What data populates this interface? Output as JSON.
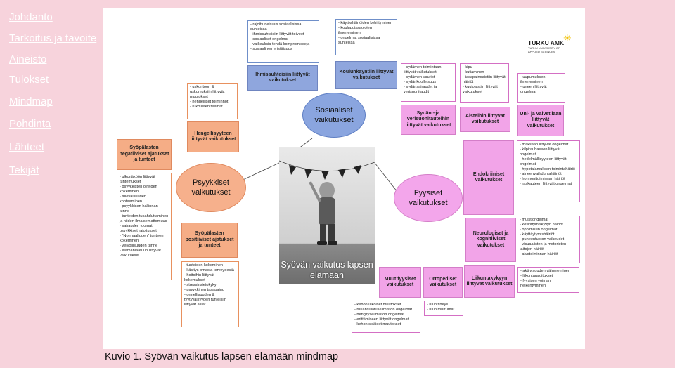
{
  "nav": {
    "items": [
      {
        "label": "Johdanto"
      },
      {
        "label": "Tarkoitus ja tavoite"
      },
      {
        "label": "Aineisto"
      },
      {
        "label": "Tulokset"
      },
      {
        "label": "Mindmap"
      },
      {
        "label": "Pohdinta"
      },
      {
        "label": "Lähteet"
      },
      {
        "label": "Tekijät"
      }
    ]
  },
  "colors": {
    "page_bg": "#f7d3dc",
    "blue": "#8aa5df",
    "orange": "#f6b08c",
    "pink": "#f3a6eb"
  },
  "logo": {
    "title": "TURKU AMK",
    "subtitle": "TURKU UNIVERSITY OF APPLIED SCIENCES",
    "icon": "sun-star-icon"
  },
  "centers": {
    "social": "Sosiaaliset vaikutukset",
    "psych": "Psyykkiset vaikutukset",
    "physical": "Fyysiset vaikutukset"
  },
  "photo": {
    "caption": "Syövän vaikutus lapsen elämään"
  },
  "social": {
    "relations": {
      "title": "Ihmissuhteisiin liittyvät vaikutukset",
      "items": [
        "rajoittuneisuus sosiaalisissa suhteissa",
        "ihmissuhteisiin liittyvät toiveet",
        "sosiaaliset ongelmat",
        "vaikeuksia tehdä kompromisseja",
        "sosiaalinen eristäisuus"
      ]
    },
    "school": {
      "title": "Koulunkäyntiin liittyvät vaikutukset",
      "items": [
        "käytöshäiriöiden kehittyminen",
        "koulupoissaolojen ilmeneminen",
        "ongelmat sosiaalisissa suhteissa"
      ]
    }
  },
  "psych": {
    "spiritual": {
      "title": "Hengellisyyteen liittyvät vaikutukset",
      "items": [
        "uskontoon & uskomuksiin liittyvät muutokset",
        "hengelliset toiminnot",
        "rukousten teemat"
      ]
    },
    "negative": {
      "title": "Syöpälasten negatiiviset ajatukset ja tunteet",
      "items": [
        "ulkonäköön liittyvät tuntemukset",
        "psyykkisten oireiden kokeminen",
        "tulevaisuuden kohtaaminen",
        "psyykkisen hallinnan tunne",
        "tunteiden tukahduttaminen ja niiden ilmaisemattomuus",
        "sairauden tuomat psyykkiset rajoitukset",
        "\"Normaaliuden\" tunteen kokeminen",
        "velvollisuuden tunne",
        "elämänlaatuun liittyvät vaikutukset"
      ]
    },
    "positive": {
      "title": "Syöpälasten positiiviset ajatukset ja tunteet",
      "items": [
        "tunteiden kokeminen",
        "käsitys omasta terveydestä",
        "hoitoihin liittyvät kokemukset",
        "stressinsietokyky",
        "psyykkinen tasapaino",
        "onnellisuuden & tyytyväisyyden tunteisiin liittyvät asiat"
      ]
    }
  },
  "physical": {
    "heart": {
      "title": "Sydän –ja verisuonitauteihin liittyvät vaikutukset",
      "items": [
        "sydämen toimintaan liittyvät vaikutukset",
        "sydämen vauriot",
        "sydänkuolleisuus",
        "sydänsairaudet ja verisuonitaudit"
      ]
    },
    "senses": {
      "title": "Aisteihin liittyvät vaikutukset",
      "items": [
        "kipu",
        "kutiaminen",
        "tasapainoaistiin liittyvät häiriöt",
        "kuuloaistiin liittyvät vaikutukset"
      ]
    },
    "sleep": {
      "title": "Uni- ja valvetilaan liittyvät vaikutukset",
      "items": [
        "uupumuksen ilmeneminen",
        "uneen liittyvät ongelmat"
      ]
    },
    "endocrine": {
      "title": "Endokriiniset vaikutukset",
      "items": [
        "maksaan liittyvät ongelmat",
        "kilpirauhaseen liittyvät ongelmat",
        "hedelmällisyyteen liittyvät ongelmat",
        "hypotalamuksen toimintahäiriö",
        "aineenvaihduntahäiriöt",
        "hormonitoiminnan häiriöt",
        "raskauteen liittyvät ongelmat"
      ]
    },
    "neuro": {
      "title": "Neurologiset ja kognitiiviset vaikutukset",
      "items": [
        "muistiongelmat",
        "keskittymiskyvyn häiriöt",
        "oppimisen ongelmat",
        "käyttäytymishäiriöt",
        "puheentuoton vaikeudet",
        "visuaalisten ja motoristen taitojen häiriöt",
        "aivotoiminnan häiriöt"
      ]
    },
    "mobility": {
      "title": "Liikuntakykyyn liittyvät vaikutukset",
      "items": [
        "aktiivisuuden väheneminen",
        "liikuntarajoitukset",
        "fyysisen voiman heikentyminen"
      ]
    },
    "other": {
      "title": "Muut fyysiset vaikutukset",
      "items": [
        "kehon ulkoiset muutokset",
        "ruuansulatuselimistön ongelmat",
        "hengityselimistön ongelmat",
        "erittämiseen liittyvät ongelmat",
        "kehon sisäiset muutokset"
      ]
    },
    "ortho": {
      "title": "Ortopediset vaikutukset",
      "items": [
        "luun tiheys",
        "luun murtumat"
      ]
    }
  },
  "caption": "Kuvio 1. Syövän vaikutus lapsen elämään mindmap"
}
